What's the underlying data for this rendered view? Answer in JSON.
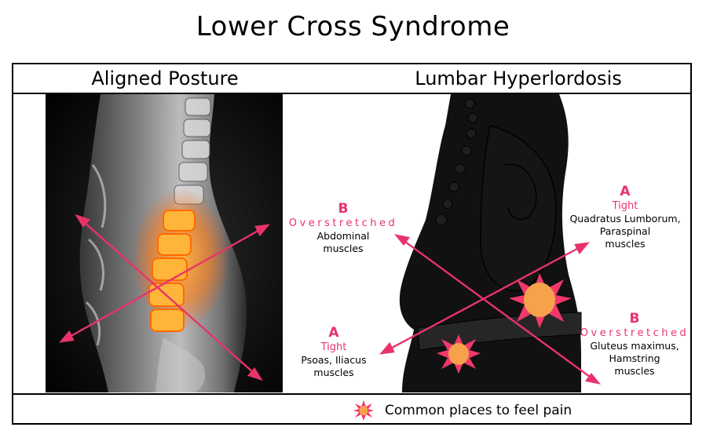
{
  "title": "Lower Cross Syndrome",
  "panels": {
    "left": {
      "heading": "Aligned Posture"
    },
    "right": {
      "heading": "Lumbar Hyperlordosis"
    }
  },
  "labels": {
    "b_abdominal": {
      "letter": "B",
      "state": "Overstretched",
      "muscles": [
        "Abdominal",
        "muscles"
      ]
    },
    "a_psoas": {
      "letter": "A",
      "state": "Tight",
      "muscles": [
        "Psoas, Iliacus",
        "muscles"
      ]
    },
    "a_quadratus": {
      "letter": "A",
      "state": "Tight",
      "muscles": [
        "Quadratus Lumborum,",
        "Paraspinal",
        "muscles"
      ]
    },
    "b_gluteus": {
      "letter": "B",
      "state": "Overstretched",
      "muscles": [
        "Gluteus maximus,",
        "Hamstring",
        "muscles"
      ]
    }
  },
  "legend": {
    "text": "Common places to feel pain",
    "icon": "pain-burst-icon"
  },
  "colors": {
    "accent": "#e8336a",
    "pain_fill": "#f5a24a",
    "burst": "#f2386b"
  }
}
